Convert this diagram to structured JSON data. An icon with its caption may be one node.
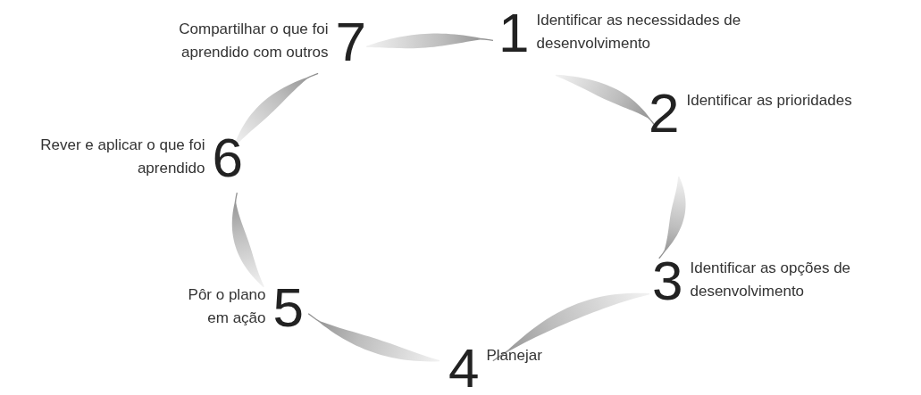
{
  "diagram": {
    "nodes": [
      {
        "text": [
          "1",
          "Identificar as necessidades de desenvolvimento"
        ]
      },
      {
        "text": [
          "2",
          "Identificar as prioridades"
        ]
      },
      {
        "text": [
          "3",
          "Identificar as opções de desenvolvimento"
        ]
      },
      {
        "text": [
          "4",
          "Planejar"
        ]
      },
      {
        "text": [
          "Pôr o plano em ação",
          "5"
        ]
      },
      {
        "text": [
          "Rever e aplicar o que foi aprendido",
          "6"
        ]
      },
      {
        "text": [
          "Compartilhar o que foi aprendido com outros",
          "7"
        ]
      }
    ],
    "edges": [
      {
        "from": 0,
        "to": 1,
        "arrow": "none"
      },
      {
        "from": 1,
        "to": 2,
        "arrow": "none"
      },
      {
        "from": 2,
        "to": 3,
        "arrow": "none"
      },
      {
        "from": 3,
        "to": 4,
        "arrow": "none"
      },
      {
        "from": 4,
        "to": 5,
        "arrow": "none"
      },
      {
        "from": 5,
        "to": 6,
        "arrow": "none"
      },
      {
        "from": 6,
        "to": 0,
        "arrow": "none"
      }
    ]
  }
}
